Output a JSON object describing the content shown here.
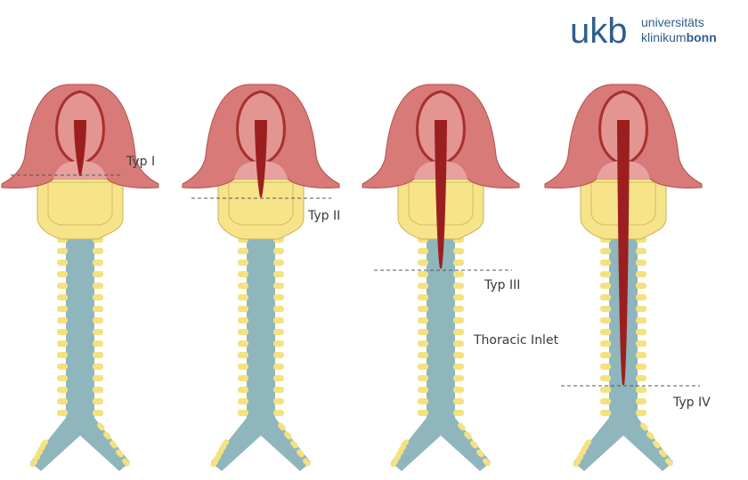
{
  "logo": {
    "mark": "ukb",
    "line1": "universitäts",
    "line2_light": "klinikum",
    "line2_bold": "bonn"
  },
  "colors": {
    "larynx": "#d77a78",
    "larynx_dark": "#a8302c",
    "cleft": "#9c1f1f",
    "cricoid": "#f7e38a",
    "trachea": "#8fb6bd",
    "ring": "#f5e27e",
    "brand": "#2f5e8c"
  },
  "labels": {
    "typ1": "Typ I",
    "typ2": "Typ II",
    "typ3": "Typ III",
    "typ4": "Typ IV",
    "thoracic_inlet": "Thoracic Inlet"
  }
}
